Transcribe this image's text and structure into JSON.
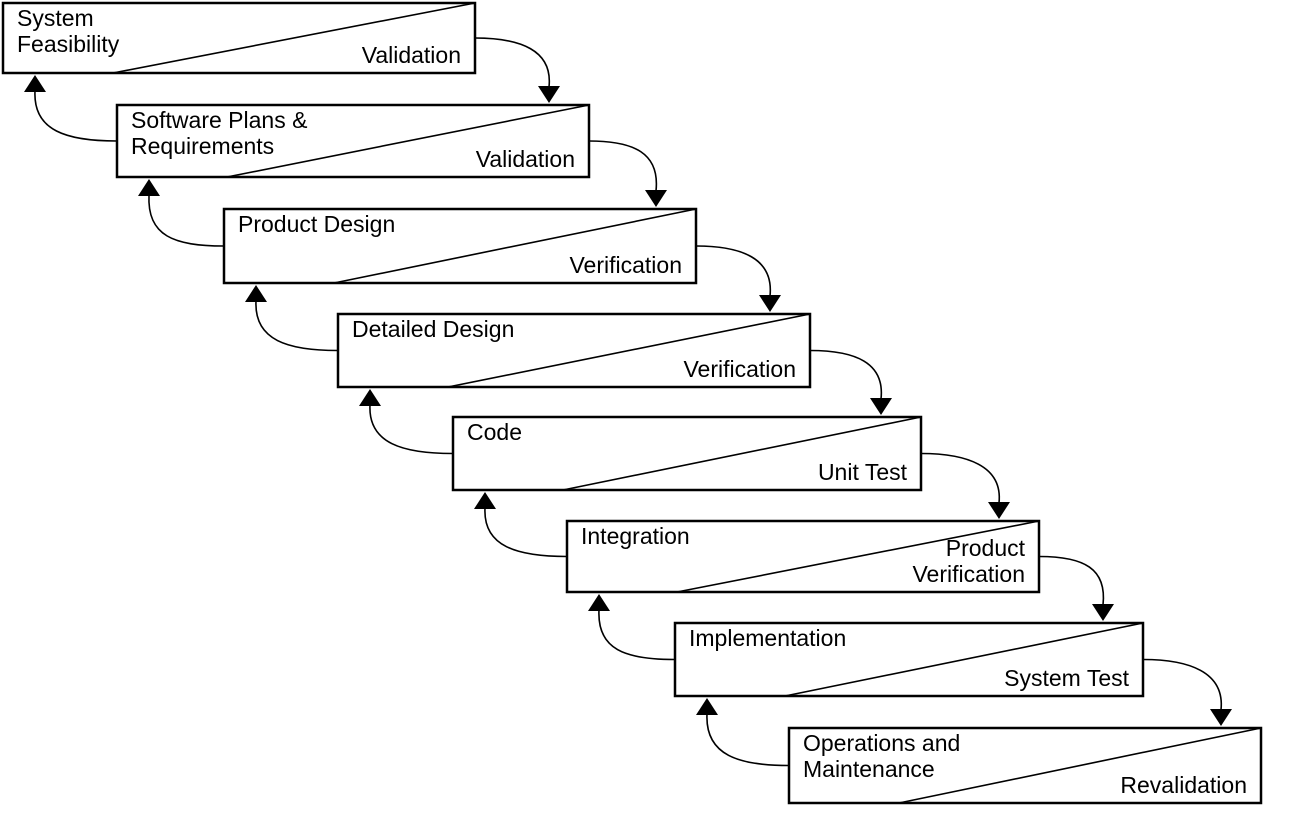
{
  "diagram": {
    "type": "waterfall",
    "stages": [
      {
        "title": [
          "System",
          "Feasibility"
        ],
        "check": [
          "Validation"
        ]
      },
      {
        "title": [
          "Software Plans &",
          "Requirements"
        ],
        "check": [
          "Validation"
        ]
      },
      {
        "title": [
          "Product Design"
        ],
        "check": [
          "Verification"
        ]
      },
      {
        "title": [
          "Detailed Design"
        ],
        "check": [
          "Verification"
        ]
      },
      {
        "title": [
          "Code"
        ],
        "check": [
          "Unit Test"
        ]
      },
      {
        "title": [
          "Integration"
        ],
        "check": [
          "Product",
          "Verification"
        ]
      },
      {
        "title": [
          "Implementation"
        ],
        "check": [
          "System Test"
        ]
      },
      {
        "title": [
          "Operations and",
          "Maintenance"
        ],
        "check": [
          "Revalidation"
        ]
      }
    ],
    "colors": {
      "line": "#000000",
      "box_fill": "#ffffff",
      "background": "#ffffff"
    }
  }
}
